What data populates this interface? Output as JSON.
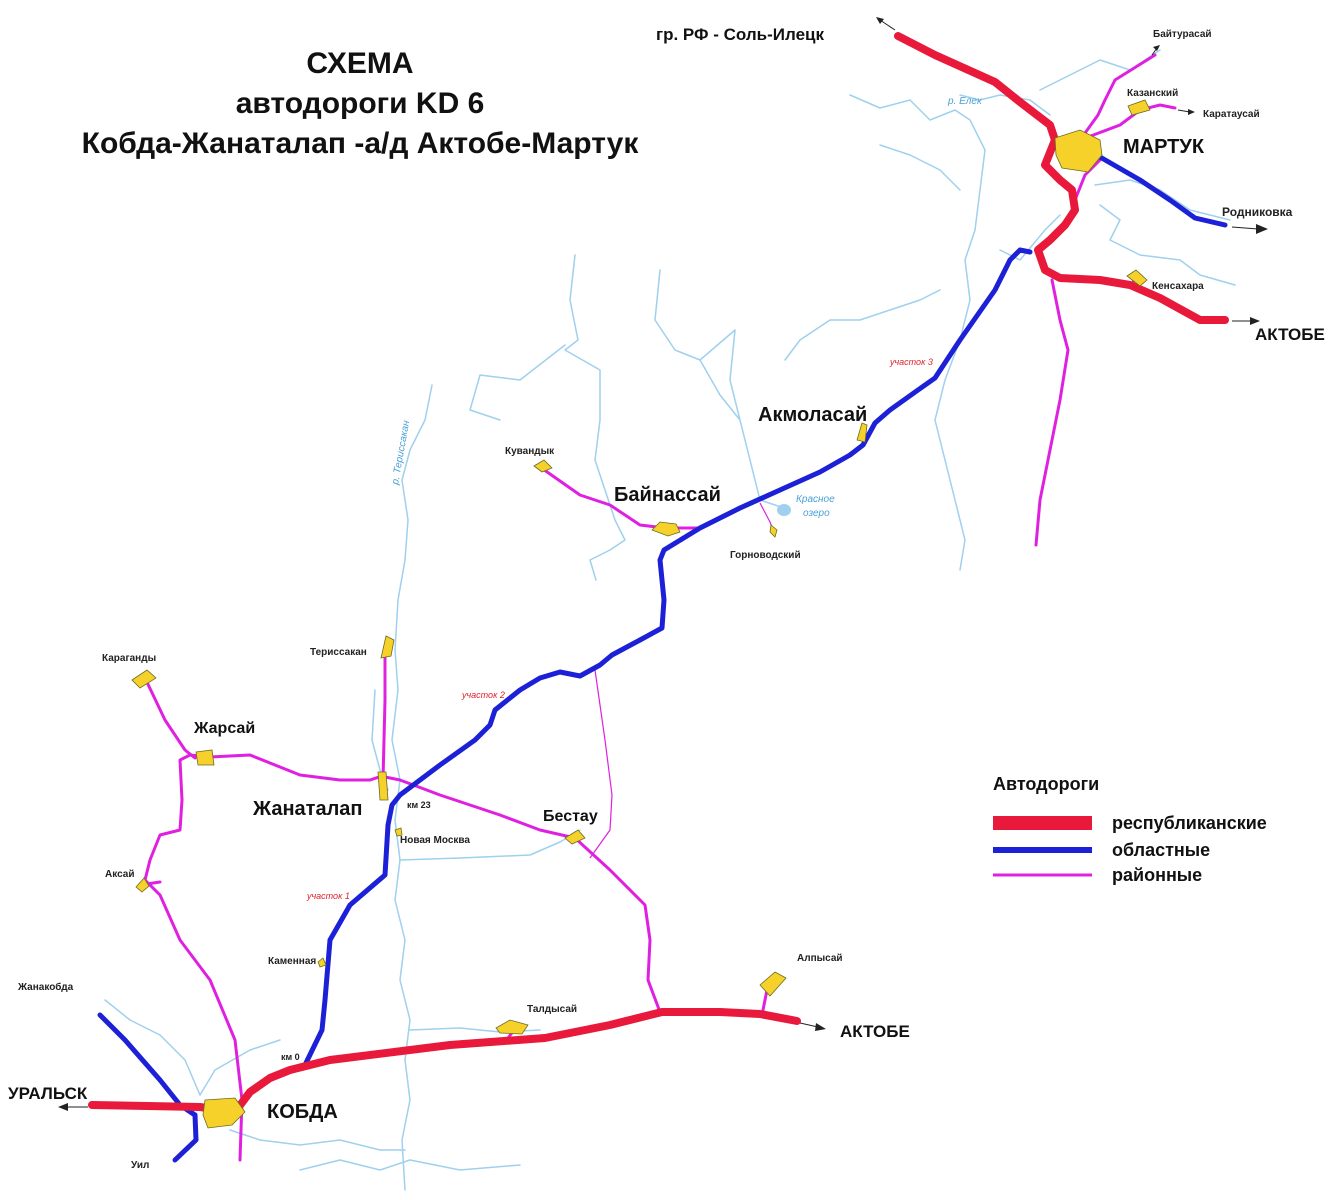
{
  "title": {
    "line1": "СХЕМА",
    "line2": "автодороги KD 6",
    "line3": "Кобда-Жанаталап -а/д Актобе-Мартук"
  },
  "colors": {
    "republican": "#e8193a",
    "regional": "#1c20d6",
    "district": "#e020e0",
    "river": "#9fd0ee",
    "settlement": "#f5d12a"
  },
  "cities": {
    "kobda": "КОБДА",
    "martuk": "МАРТУК",
    "zhanatalap": "Жанаталап",
    "bainassai": "Байнассай",
    "akmolasai": "Акмоласай",
    "zharsai": "Жарсай",
    "bestau": "Бестау"
  },
  "directions": {
    "uralsk": "УРАЛЬСК",
    "aktobe_south": "АКТОБЕ",
    "aktobe_north": "АКТОБЕ",
    "sol_iletsk": "гр. РФ - Соль-Илецк",
    "rodnikovka": "Родниковка"
  },
  "villages": {
    "baiturasai": "Байтурасай",
    "kazanskiy": "Казанский",
    "karataysai": "Каратаусай",
    "kensakhara": "Кенсахара",
    "kuvandyk": "Кувандык",
    "gornovodskiy": "Горноводский",
    "terissakan": "Териссакан",
    "karagandy": "Караганды",
    "novaya_moskva": "Новая Москва",
    "aksai": "Аксай",
    "kamennaya": "Каменная",
    "zhanakobda": "Жанакобда",
    "uil": "Уил",
    "taldysai": "Талдысай",
    "alpysai": "Алпысай"
  },
  "markers": {
    "km0": "км 0",
    "km23": "км 23",
    "section1": "участок 1",
    "section2": "участок 2",
    "section3": "участок 3"
  },
  "rivers": {
    "elek": "р. Елек",
    "terissakan": "р. Териссакан",
    "lake": "Красное озеро"
  },
  "legend": {
    "title": "Автодороги",
    "items": [
      {
        "label": "республиканские",
        "color": "#e8193a"
      },
      {
        "label": "областные",
        "color": "#1c20d6"
      },
      {
        "label": "районные",
        "color": "#e020e0"
      }
    ]
  }
}
